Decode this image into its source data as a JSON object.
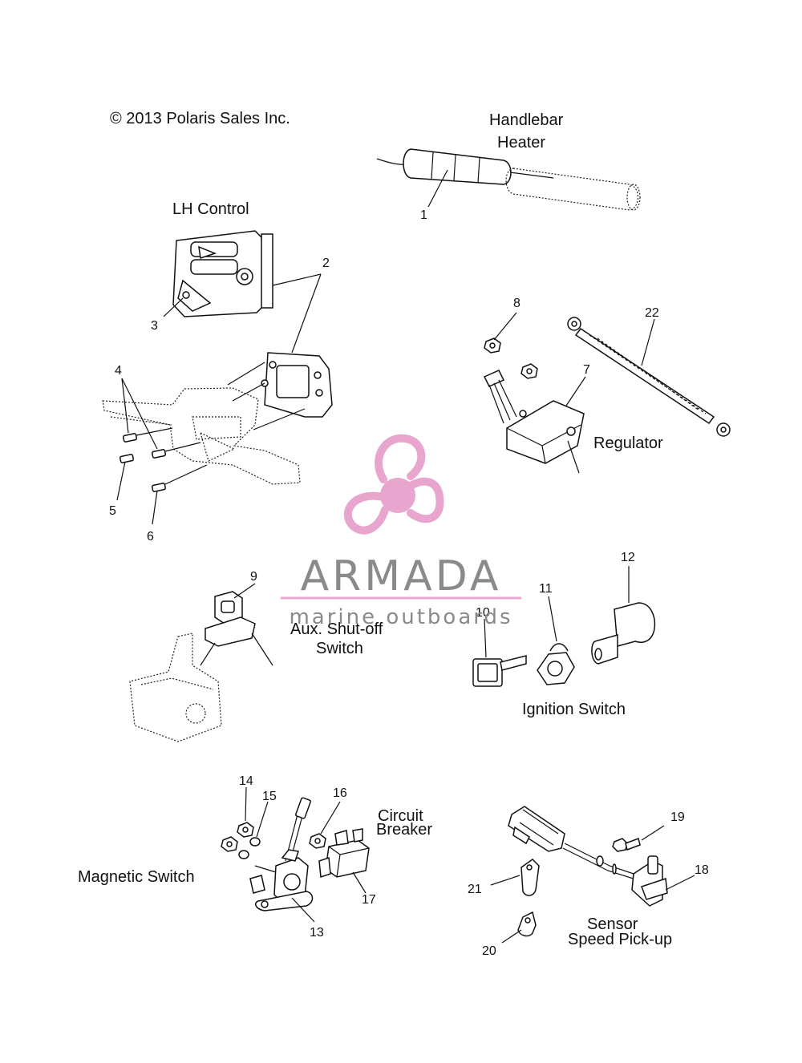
{
  "copyright": "© 2013 Polaris Sales Inc.",
  "titles": {
    "handlebar_heater_line1": "Handlebar",
    "handlebar_heater_line2": "Heater",
    "lh_control": "LH Control",
    "regulator": "Regulator",
    "aux_line1": "Aux. Shut-off",
    "aux_line2": "Switch",
    "ignition_switch": "Ignition Switch",
    "circuit_line1": "Circuit",
    "circuit_line2": "Breaker",
    "magnetic_switch": "Magnetic Switch",
    "sensor_line1": "Sensor",
    "sensor_line2": "Speed Pick-up"
  },
  "callouts": {
    "n1": "1",
    "n2": "2",
    "n3": "3",
    "n4": "4",
    "n5": "5",
    "n6": "6",
    "n7": "7",
    "n8": "8",
    "n9": "9",
    "n10": "10",
    "n11": "11",
    "n12": "12",
    "n13": "13",
    "n14": "14",
    "n15": "15",
    "n16": "16",
    "n17": "17",
    "n18": "18",
    "n19": "19",
    "n20": "20",
    "n21": "21",
    "n22": "22"
  },
  "watermark": {
    "brand": "ARMADA",
    "tagline": "marine outboards",
    "color_pink": "#e8a6cf",
    "color_gray": "#8a8a8a"
  }
}
